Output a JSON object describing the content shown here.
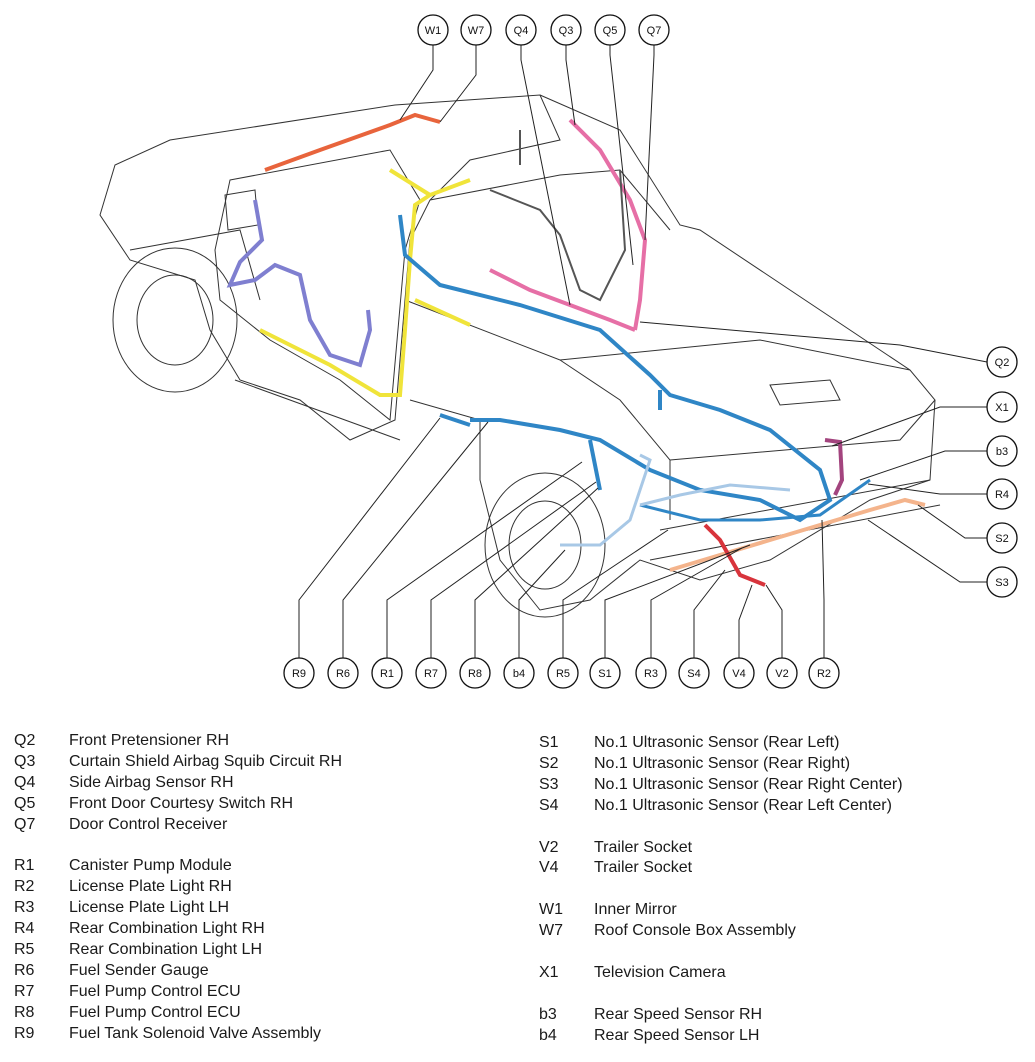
{
  "callouts": {
    "top": [
      "W1",
      "W7",
      "Q4",
      "Q3",
      "Q5",
      "Q7"
    ],
    "right": [
      "Q2",
      "X1",
      "b3",
      "R4",
      "S2",
      "S3"
    ],
    "bottom": [
      "R9",
      "R6",
      "R1",
      "R7",
      "R8",
      "b4",
      "R5",
      "S1",
      "R3",
      "S4",
      "V4",
      "V2",
      "R2"
    ]
  },
  "legend_left": [
    {
      "code": "Q2",
      "name": "Front Pretensioner RH"
    },
    {
      "code": "Q3",
      "name": "Curtain Shield Airbag Squib Circuit RH"
    },
    {
      "code": "Q4",
      "name": "Side Airbag Sensor RH"
    },
    {
      "code": "Q5",
      "name": "Front Door Courtesy Switch RH"
    },
    {
      "code": "Q7",
      "name": "Door Control Receiver"
    },
    {
      "code": "R1",
      "name": "Canister Pump Module"
    },
    {
      "code": "R2",
      "name": "License Plate Light RH"
    },
    {
      "code": "R3",
      "name": "License Plate Light LH"
    },
    {
      "code": "R4",
      "name": "Rear Combination Light RH"
    },
    {
      "code": "R5",
      "name": "Rear Combination Light LH"
    },
    {
      "code": "R6",
      "name": "Fuel Sender Gauge"
    },
    {
      "code": "R7",
      "name": "Fuel Pump Control ECU"
    },
    {
      "code": "R8",
      "name": "Fuel Pump Control ECU"
    },
    {
      "code": "R9",
      "name": "Fuel Tank Solenoid Valve Assembly"
    }
  ],
  "legend_right": [
    {
      "code": "S1",
      "name": "No.1 Ultrasonic Sensor (Rear Left)"
    },
    {
      "code": "S2",
      "name": "No.1 Ultrasonic Sensor (Rear Right)"
    },
    {
      "code": "S3",
      "name": "No.1 Ultrasonic Sensor (Rear Right Center)"
    },
    {
      "code": "S4",
      "name": "No.1 Ultrasonic Sensor (Rear Left Center)"
    },
    {
      "code": "V2",
      "name": "Trailer Socket"
    },
    {
      "code": "V4",
      "name": "Trailer Socket"
    },
    {
      "code": "W1",
      "name": "Inner Mirror"
    },
    {
      "code": "W7",
      "name": "Roof Console Box Assembly"
    },
    {
      "code": "X1",
      "name": "Television Camera"
    },
    {
      "code": "b3",
      "name": "Rear Speed Sensor RH"
    },
    {
      "code": "b4",
      "name": "Rear Speed Sensor LH"
    }
  ],
  "harness_colors": {
    "roof": "#e8643c",
    "door": "#7f7fd0",
    "cowl": "#f0e43a",
    "main_floor": "#2f86c6",
    "curtain_airbag": "#e66fa6",
    "bumper": "#f4b48c",
    "trailer": "#d8343c",
    "camera": "#a3447e",
    "speed_sensor": "#a8c8e6"
  }
}
